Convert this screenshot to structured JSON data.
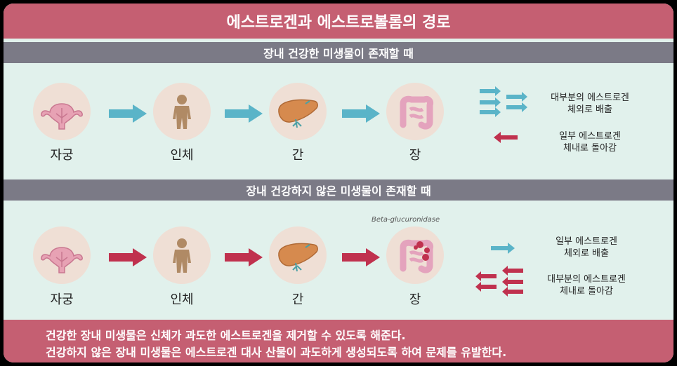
{
  "title": "에스트로겐과 에스트로볼롬의 경로",
  "section_healthy": "장내 건강한 미생물이 존재할 때",
  "section_unhealthy": "장내 건강하지 않은 미생물이 존재할 때",
  "organs": [
    "자궁",
    "인체",
    "간",
    "장"
  ],
  "healthy_out_line1": "대부분의 에스트로겐",
  "healthy_out_line2": "체외로 배출",
  "healthy_back_line1": "일부 에스트로겐",
  "healthy_back_line2": "체내로 돌아감",
  "unhealthy_out_line1": "일부 에스트로겐",
  "unhealthy_out_line2": "체외로 배출",
  "unhealthy_back_line1": "대부분의 에스트로겐",
  "unhealthy_back_line2": "체내로 돌아감",
  "enzyme_label": "Beta-glucuronidase",
  "footer_line1": "건강한 장내 미생물은 신체가 과도한 에스트로겐을 제거할 수 있도록 해준다.",
  "footer_line2": "건강하지 않은 장내 미생물은 에스트로겐 대사 산물이 과도하게 생성되도록 하여 문제를 유발한다.",
  "colors": {
    "title_bg": "#c55f72",
    "section_bg": "#7b7a86",
    "panel_bg": "#e1f1ec",
    "teal_arrow": "#5ab4c8",
    "red_arrow": "#c0314e"
  }
}
